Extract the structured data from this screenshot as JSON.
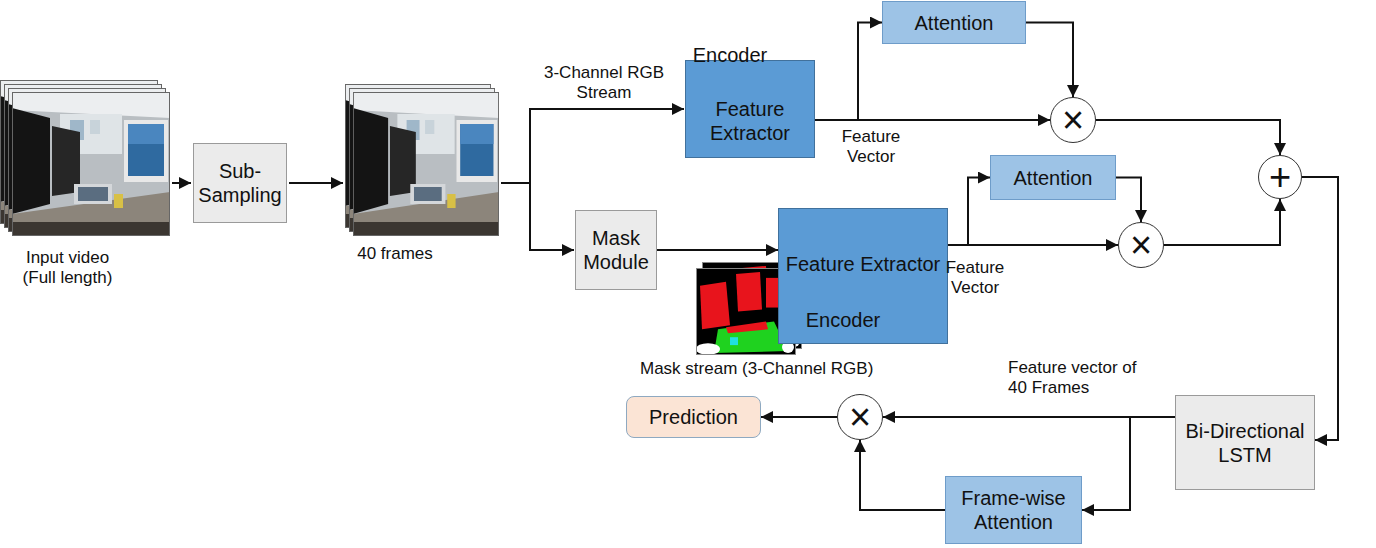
{
  "diagram": {
    "nodes": [
      {
        "text": [
          "Sub- Sampling"
        ]
      },
      {
        "text": [
          "Mask Module"
        ]
      },
      {
        "text": [
          "Encoder",
          "Feature Extractor"
        ]
      },
      {
        "text": [
          "Attention"
        ]
      },
      {
        "text": [
          "×"
        ]
      },
      {
        "text": [
          "Feature Extractor",
          "Encoder"
        ]
      },
      {
        "text": [
          "Attention"
        ]
      },
      {
        "text": [
          "×"
        ]
      },
      {
        "text": [
          "+"
        ]
      },
      {
        "text": [
          "Bi-Directional LSTM"
        ]
      },
      {
        "text": [
          "Frame-wise Attention"
        ]
      },
      {
        "text": [
          "×"
        ]
      },
      {
        "text": [
          "Prediction"
        ]
      }
    ],
    "edges": [
      {
        "from": 1,
        "to": 5,
        "arrow": "to"
      },
      {
        "from": 2,
        "to": 3,
        "arrow": "to"
      },
      {
        "from": 2,
        "to": 4,
        "arrow": "to"
      },
      {
        "from": 3,
        "to": 4,
        "arrow": "to"
      },
      {
        "from": 4,
        "to": 8,
        "arrow": "to"
      },
      {
        "from": 5,
        "to": 6,
        "arrow": "to"
      },
      {
        "from": 5,
        "to": 7,
        "arrow": "to"
      },
      {
        "from": 6,
        "to": 7,
        "arrow": "to"
      },
      {
        "from": 7,
        "to": 8,
        "arrow": "to"
      },
      {
        "from": 8,
        "to": 9,
        "arrow": "to"
      },
      {
        "from": 9,
        "to": 11,
        "arrow": "to"
      },
      {
        "from": 9,
        "to": 10,
        "arrow": "to"
      },
      {
        "from": 10,
        "to": 11,
        "arrow": "to"
      },
      {
        "from": 11,
        "to": 12,
        "arrow": "to"
      }
    ],
    "labels": [
      "Input video (Full length)",
      "40 frames",
      "3-Channel RGB Stream",
      "Feature Vector",
      "Feature Vector",
      "Mask stream (3-Channel RGB)",
      "Feature vector of 40 Frames"
    ]
  }
}
